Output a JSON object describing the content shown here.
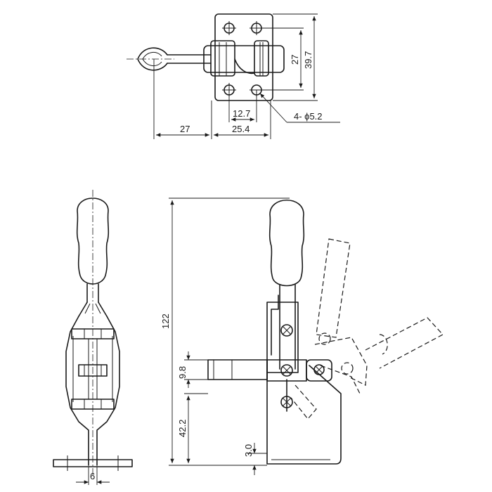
{
  "dimensions": {
    "top_handle_length": "27",
    "top_base_width": "25.4",
    "top_hole_spacing_x": "12.7",
    "top_hole_spacing_y": "27",
    "top_base_height": "39.7",
    "top_hole_spec": "4- ϕ5.2",
    "side_total_height": "122",
    "side_spindle_height": "42.2",
    "side_bar_thickness": "9.8",
    "side_base_thickness": "3.0",
    "front_width": "6"
  }
}
